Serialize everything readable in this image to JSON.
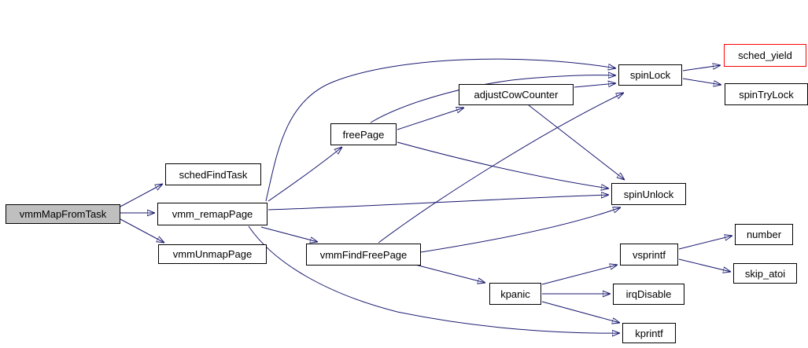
{
  "graph": {
    "type": "call-graph",
    "root": "vmmMapFromTask",
    "colors": {
      "background": "#ffffff",
      "edge": "#191970",
      "node_border": "#000000",
      "node_fill": "#ffffff",
      "root_node_fill": "#bfbfbf",
      "highlight_border": "#ff0000",
      "text": "#000000"
    },
    "nodes": [
      {
        "id": "vmmMapFromTask",
        "label": "vmmMapFromTask",
        "style": "root"
      },
      {
        "id": "schedFindTask",
        "label": "schedFindTask",
        "style": "normal"
      },
      {
        "id": "vmm_remapPage",
        "label": "vmm_remapPage",
        "style": "normal"
      },
      {
        "id": "vmmUnmapPage",
        "label": "vmmUnmapPage",
        "style": "normal"
      },
      {
        "id": "freePage",
        "label": "freePage",
        "style": "normal"
      },
      {
        "id": "adjustCowCounter",
        "label": "adjustCowCounter",
        "style": "normal"
      },
      {
        "id": "spinLock",
        "label": "spinLock",
        "style": "normal"
      },
      {
        "id": "sched_yield",
        "label": "sched_yield",
        "style": "red-outline"
      },
      {
        "id": "spinTryLock",
        "label": "spinTryLock",
        "style": "normal"
      },
      {
        "id": "spinUnlock",
        "label": "spinUnlock",
        "style": "normal"
      },
      {
        "id": "vmmFindFreePage",
        "label": "vmmFindFreePage",
        "style": "normal"
      },
      {
        "id": "vsprintf",
        "label": "vsprintf",
        "style": "normal"
      },
      {
        "id": "number",
        "label": "number",
        "style": "normal"
      },
      {
        "id": "skip_atoi",
        "label": "skip_atoi",
        "style": "normal"
      },
      {
        "id": "kpanic",
        "label": "kpanic",
        "style": "normal"
      },
      {
        "id": "irqDisable",
        "label": "irqDisable",
        "style": "normal"
      },
      {
        "id": "kprintf",
        "label": "kprintf",
        "style": "normal"
      }
    ],
    "edges": [
      [
        "vmmMapFromTask",
        "schedFindTask"
      ],
      [
        "vmmMapFromTask",
        "vmm_remapPage"
      ],
      [
        "vmmMapFromTask",
        "vmmUnmapPage"
      ],
      [
        "vmm_remapPage",
        "freePage"
      ],
      [
        "vmm_remapPage",
        "spinLock"
      ],
      [
        "vmm_remapPage",
        "spinUnlock"
      ],
      [
        "vmm_remapPage",
        "vmmFindFreePage"
      ],
      [
        "vmm_remapPage",
        "kprintf"
      ],
      [
        "freePage",
        "adjustCowCounter"
      ],
      [
        "freePage",
        "spinLock"
      ],
      [
        "freePage",
        "spinUnlock"
      ],
      [
        "adjustCowCounter",
        "spinLock"
      ],
      [
        "adjustCowCounter",
        "spinUnlock"
      ],
      [
        "vmmFindFreePage",
        "spinLock"
      ],
      [
        "vmmFindFreePage",
        "spinUnlock"
      ],
      [
        "vmmFindFreePage",
        "kpanic"
      ],
      [
        "spinLock",
        "sched_yield"
      ],
      [
        "spinLock",
        "spinTryLock"
      ],
      [
        "kpanic",
        "vsprintf"
      ],
      [
        "kpanic",
        "irqDisable"
      ],
      [
        "kpanic",
        "kprintf"
      ],
      [
        "vsprintf",
        "number"
      ],
      [
        "vsprintf",
        "skip_atoi"
      ]
    ]
  }
}
